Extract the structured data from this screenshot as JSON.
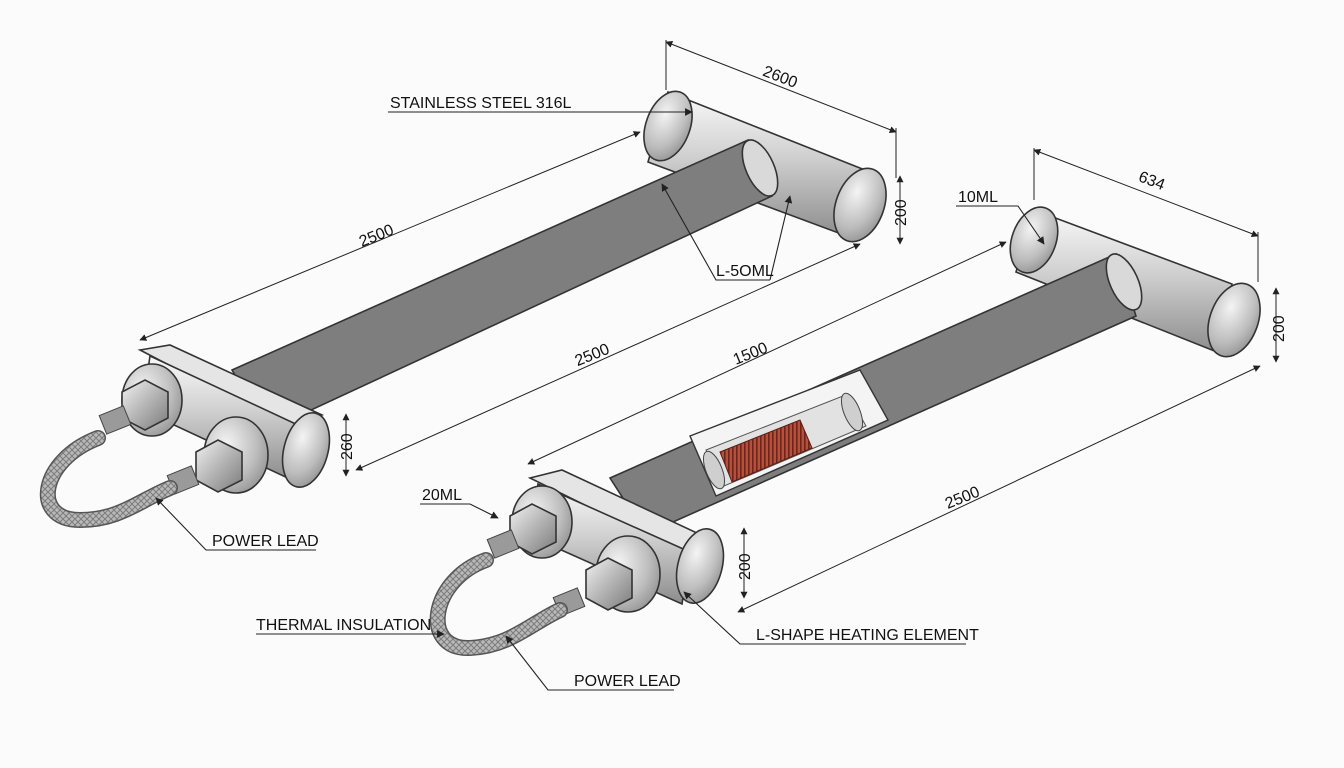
{
  "labels": {
    "material": "STAINLESS STEEL 316L",
    "l_50ml": "L-5OML",
    "ml_10": "10ML",
    "ml_20": "20ML",
    "power_lead_left": "POWER LEAD",
    "power_lead_right": "POWER LEAD",
    "thermal_insulation": "THERMAL INSULATION",
    "heating_element": "L-SHAPE HEATING ELEMENT"
  },
  "dimensions": {
    "left_crossbar_length": "2600",
    "left_long_tube": "2500",
    "left_mid": "2500",
    "left_end_dia": "200",
    "left_flange_height": "260",
    "right_crossbar_length": "634",
    "right_upper": "1500",
    "right_lower": "2500",
    "right_end_dia": "200",
    "right_flange_height": "200"
  },
  "colors": {
    "steel_light": "#f2f2f2",
    "steel_mid": "#c4c4c4",
    "steel_dark": "#8a8a8a",
    "coil": "#9b3a2c",
    "line": "#222222"
  }
}
